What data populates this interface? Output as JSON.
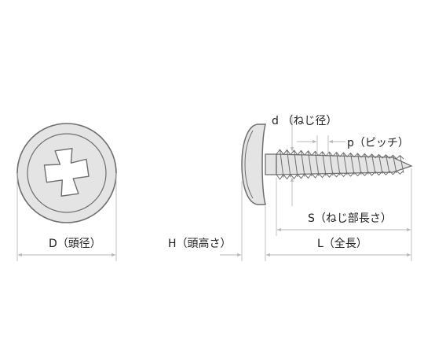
{
  "labels": {
    "head_diameter": "D（頭径）",
    "head_height": "H（頭高さ）",
    "thread_diameter": "d （ねじ径）",
    "pitch": "p（ピッチ）",
    "thread_length": "S（ねじ部長さ）",
    "total_length": "L（全長）"
  },
  "colors": {
    "outline": "#6e6e6e",
    "fill": "#e4e4e4",
    "dimension": "#b9b9b9",
    "text": "#222222"
  },
  "icons": {
    "head_view": "phillips-head-icon",
    "side_view": "wafer-head-screw-icon"
  }
}
